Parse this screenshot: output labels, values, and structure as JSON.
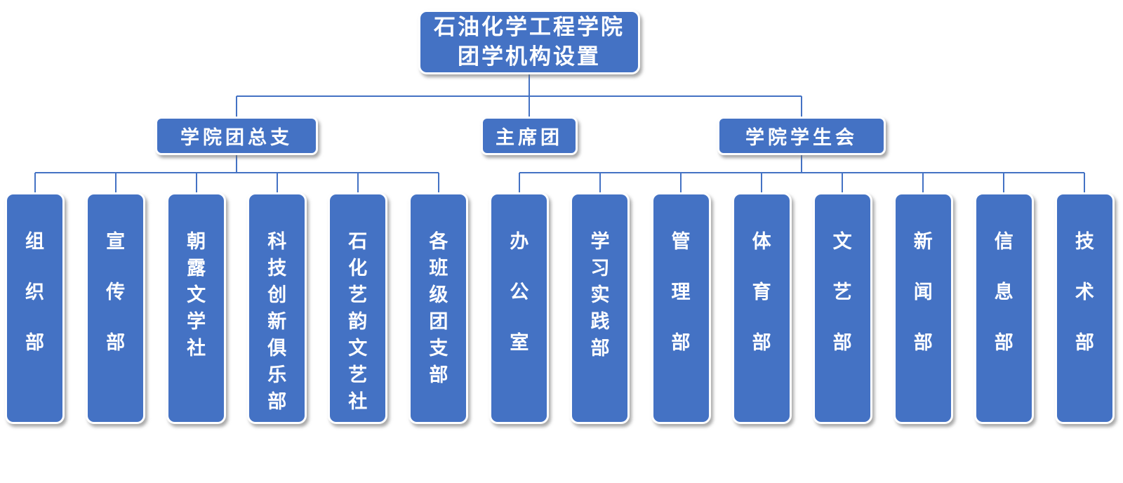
{
  "org_chart": {
    "root": {
      "title_line1": "石油化学工程学院",
      "title_line2": "团学机构设置"
    },
    "branches": [
      {
        "label": "学院团总支",
        "children": [
          "组织部",
          "宣传部",
          "朝露文学社",
          "科技创新俱乐部",
          "石化艺韵文艺社",
          "各班级团支部"
        ]
      },
      {
        "label": "主席团",
        "children": []
      },
      {
        "label": "学院学生会",
        "children": [
          "办公室",
          "学习实践部",
          "管理部",
          "体育部",
          "文艺部",
          "新闻部",
          "信息部",
          "技术部"
        ]
      }
    ],
    "colors": {
      "box_fill": "#4472C4",
      "box_border": "#FFFFFF",
      "text": "#FFFFFF",
      "connector_line": "#4472C4"
    }
  }
}
